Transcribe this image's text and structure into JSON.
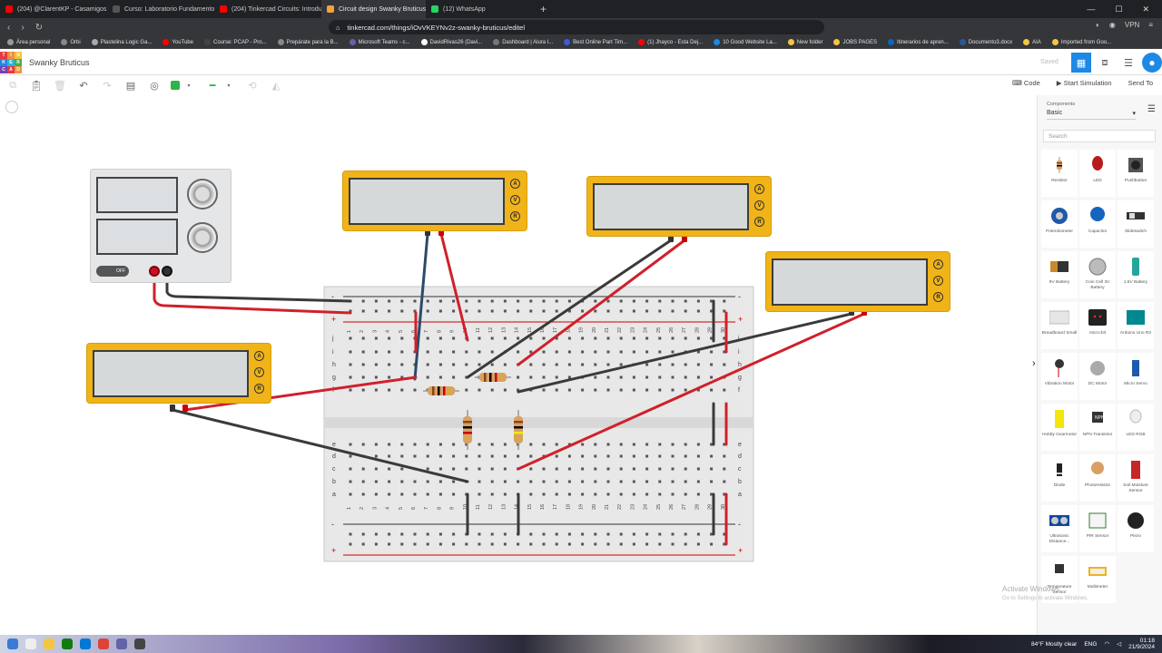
{
  "browser": {
    "tabs": [
      {
        "label": "(204) @ClarentKP - Casamigos - Yo",
        "color": "#ff0000"
      },
      {
        "label": "Curso: Laboratorio Fundamentos de",
        "color": "#555555"
      },
      {
        "label": "(204) Tinkercad Circuits: Introducci",
        "color": "#ff0000"
      },
      {
        "label": "Circuit design Swanky Bruticus",
        "color": "#f3a33a",
        "active": true
      },
      {
        "label": "(12) WhatsApp",
        "color": "#25d366"
      }
    ],
    "new_tab": "+",
    "url": "tinkercad.com/things/iOvVKEYNv2z-swanky-bruticus/editel",
    "vpn": "VPN",
    "bookmarks": [
      {
        "label": "Área personal",
        "color": "#999999"
      },
      {
        "label": "Orbi",
        "color": "#888888"
      },
      {
        "label": "Plastelina Logic Ga...",
        "color": "#aaaaaa"
      },
      {
        "label": "YouTube",
        "color": "#ff0000"
      },
      {
        "label": "Course: PCAP - Pro...",
        "color": "#444444"
      },
      {
        "label": "Prepárate para la B...",
        "color": "#888888"
      },
      {
        "label": "Microsoft Teams - c...",
        "color": "#6264a7"
      },
      {
        "label": "DavidRivas26 (Davi...",
        "color": "#ffffff"
      },
      {
        "label": "Dashboard | Alura l...",
        "color": "#777777"
      },
      {
        "label": "Best Online Part Tim...",
        "color": "#3b5bdb"
      },
      {
        "label": "(1) Jhayco - Esta Dej...",
        "color": "#ff0000"
      },
      {
        "label": "10 Good Website La...",
        "color": "#1e88e5"
      },
      {
        "label": "New folder",
        "color": "#f4c542"
      },
      {
        "label": "JOBS PAGES",
        "color": "#f4c542"
      },
      {
        "label": "Itinerarios de apren...",
        "color": "#0a66c2"
      },
      {
        "label": "Documento3.docx",
        "color": "#2b579a"
      },
      {
        "label": "AIA",
        "color": "#f4c542"
      },
      {
        "label": "Imported from Goo...",
        "color": "#f4c542"
      }
    ]
  },
  "app": {
    "logo_letters": [
      "TIN",
      "KER",
      "CAD"
    ],
    "design_name": "Swanky Bruticus",
    "saved_label": "Saved",
    "toolbar_right": {
      "code_label": "Code",
      "simulate_label": "Start Simulation",
      "send_label": "Send To"
    },
    "components_label": "Components",
    "components_value": "Basic",
    "search_placeholder": "Search",
    "components": [
      {
        "label": "Resistor",
        "icon": "resistor-icon"
      },
      {
        "label": "LED",
        "icon": "led-icon"
      },
      {
        "label": "Pushbutton",
        "icon": "pushbutton-icon"
      },
      {
        "label": "Potentiometer",
        "icon": "potentiometer-icon"
      },
      {
        "label": "Capacitor",
        "icon": "capacitor-icon"
      },
      {
        "label": "Slideswitch",
        "icon": "slideswitch-icon"
      },
      {
        "label": "9V Battery",
        "icon": "battery-9v-icon"
      },
      {
        "label": "Coin Cell 3V Battery",
        "icon": "coin-cell-icon"
      },
      {
        "label": "1.5V Battery",
        "icon": "battery-aa-icon"
      },
      {
        "label": "Breadboard Small",
        "icon": "breadboard-icon"
      },
      {
        "label": "micro:bit",
        "icon": "microbit-icon"
      },
      {
        "label": "Arduino Uno R3",
        "icon": "arduino-icon"
      },
      {
        "label": "Vibration Motor",
        "icon": "vibration-motor-icon"
      },
      {
        "label": "DC Motor",
        "icon": "dc-motor-icon"
      },
      {
        "label": "Micro Servo",
        "icon": "servo-icon"
      },
      {
        "label": "Hobby Gearmotor",
        "icon": "gearmotor-icon"
      },
      {
        "label": "NPN Transistor",
        "icon": "transistor-icon"
      },
      {
        "label": "LED RGB",
        "icon": "led-rgb-icon"
      },
      {
        "label": "Diode",
        "icon": "diode-icon"
      },
      {
        "label": "Photoresistor",
        "icon": "photoresistor-icon"
      },
      {
        "label": "Soil Moisture Sensor",
        "icon": "soil-sensor-icon"
      },
      {
        "label": "Ultrasonic Distance...",
        "icon": "ultrasonic-icon"
      },
      {
        "label": "PIR Sensor",
        "icon": "pir-icon"
      },
      {
        "label": "Piezo",
        "icon": "piezo-icon"
      },
      {
        "label": "Temperature Sensor",
        "icon": "temperature-icon"
      },
      {
        "label": "Multimeter",
        "icon": "multimeter-icon"
      }
    ]
  },
  "canvas": {
    "multimeter_buttons": [
      "A",
      "V",
      "R"
    ],
    "psu_switch": "OFF",
    "breadboard_rows_top": [
      "j",
      "i",
      "h",
      "g",
      "f"
    ],
    "breadboard_rows_bottom": [
      "e",
      "d",
      "c",
      "b",
      "a"
    ],
    "rail_minus": "-",
    "rail_plus": "+"
  },
  "os": {
    "activate_title": "Activate Windows",
    "activate_sub": "Go to Settings to activate Windows.",
    "weather": "84°F Mostly clear",
    "lang": "ENG",
    "time": "01:18",
    "date": "21/9/2024"
  },
  "colors": {
    "accent": "#1e88e5",
    "multimeter": "#f0b419",
    "wire_red": "#d0202a",
    "wire_black": "#3a3a3a",
    "wire_blue": "#2c4a6a"
  }
}
